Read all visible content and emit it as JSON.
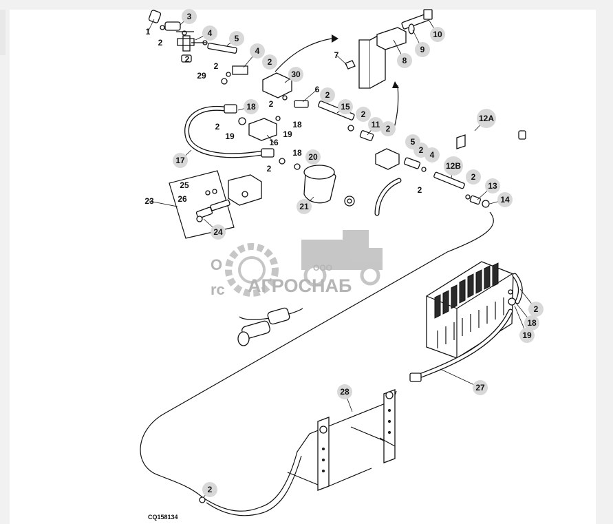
{
  "diagram": {
    "drawing_code": "CQ158134",
    "callouts": [
      {
        "id": "c1",
        "label": "1"
      },
      {
        "id": "c2a",
        "label": "2"
      },
      {
        "id": "c3",
        "label": "3"
      },
      {
        "id": "c4a",
        "label": "4"
      },
      {
        "id": "c2b",
        "label": "2"
      },
      {
        "id": "c5a",
        "label": "5"
      },
      {
        "id": "c4b",
        "label": "4"
      },
      {
        "id": "c2c",
        "label": "2"
      },
      {
        "id": "c29",
        "label": "29"
      },
      {
        "id": "c2d",
        "label": "2"
      },
      {
        "id": "c30",
        "label": "30"
      },
      {
        "id": "c7",
        "label": "7"
      },
      {
        "id": "c8",
        "label": "8"
      },
      {
        "id": "c9",
        "label": "9"
      },
      {
        "id": "c10",
        "label": "10"
      },
      {
        "id": "c6",
        "label": "6"
      },
      {
        "id": "c2e",
        "label": "2"
      },
      {
        "id": "c2f",
        "label": "2"
      },
      {
        "id": "c15",
        "label": "15"
      },
      {
        "id": "c18a",
        "label": "18"
      },
      {
        "id": "c2g",
        "label": "2"
      },
      {
        "id": "c19a",
        "label": "19"
      },
      {
        "id": "c16",
        "label": "16"
      },
      {
        "id": "c19b",
        "label": "19"
      },
      {
        "id": "c18b",
        "label": "18"
      },
      {
        "id": "c2h",
        "label": "2"
      },
      {
        "id": "c11",
        "label": "11"
      },
      {
        "id": "c2i",
        "label": "2"
      },
      {
        "id": "c12a",
        "label": "12A"
      },
      {
        "id": "c17",
        "label": "17"
      },
      {
        "id": "c18c",
        "label": "18"
      },
      {
        "id": "c20",
        "label": "20"
      },
      {
        "id": "c2j",
        "label": "2"
      },
      {
        "id": "c5b",
        "label": "5"
      },
      {
        "id": "c2k",
        "label": "2"
      },
      {
        "id": "c4c",
        "label": "4"
      },
      {
        "id": "c12b",
        "label": "12B"
      },
      {
        "id": "c2l",
        "label": "2"
      },
      {
        "id": "c2m",
        "label": "2"
      },
      {
        "id": "c13",
        "label": "13"
      },
      {
        "id": "c14",
        "label": "14"
      },
      {
        "id": "c25",
        "label": "25"
      },
      {
        "id": "c23",
        "label": "23"
      },
      {
        "id": "c26",
        "label": "26"
      },
      {
        "id": "c21",
        "label": "21"
      },
      {
        "id": "c24",
        "label": "24"
      },
      {
        "id": "c2n",
        "label": "2"
      },
      {
        "id": "c18d",
        "label": "18"
      },
      {
        "id": "c19c",
        "label": "19"
      },
      {
        "id": "c27",
        "label": "27"
      },
      {
        "id": "c28",
        "label": "28"
      },
      {
        "id": "c2o",
        "label": "2"
      }
    ]
  },
  "watermark": {
    "brand": "АГРОСНАБ",
    "prefix": "ООО",
    "fragment_1": "О",
    "fragment_2": "rc"
  }
}
